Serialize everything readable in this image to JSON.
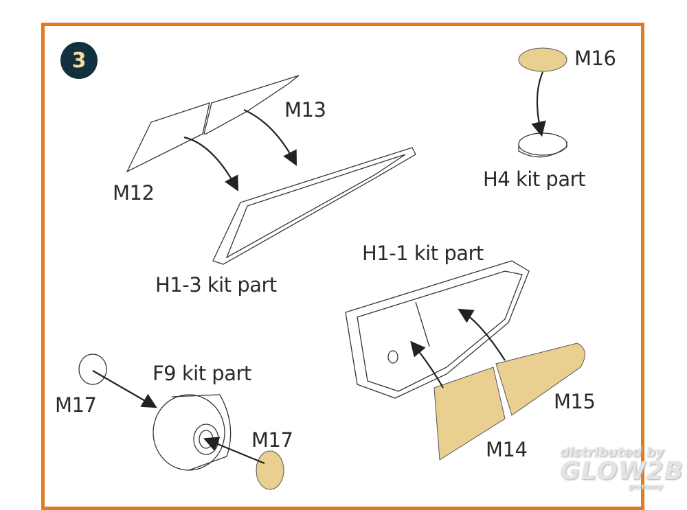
{
  "step_number": "3",
  "labels": {
    "m12": "M12",
    "m13": "M13",
    "m16": "M16",
    "h4": "H4 kit part",
    "h1_3": "H1-3 kit part",
    "h1_1": "H1-1 kit part",
    "f9": "F9 kit part",
    "m17_left": "M17",
    "m17_right": "M17",
    "m15": "M15",
    "m14": "M14"
  },
  "watermark": {
    "line1": "distributed by",
    "brand": "GLOW2B",
    "sub": "germany"
  },
  "colors": {
    "border": "#e07b20",
    "badge": "#12303f",
    "mask": "#e9cf90"
  }
}
